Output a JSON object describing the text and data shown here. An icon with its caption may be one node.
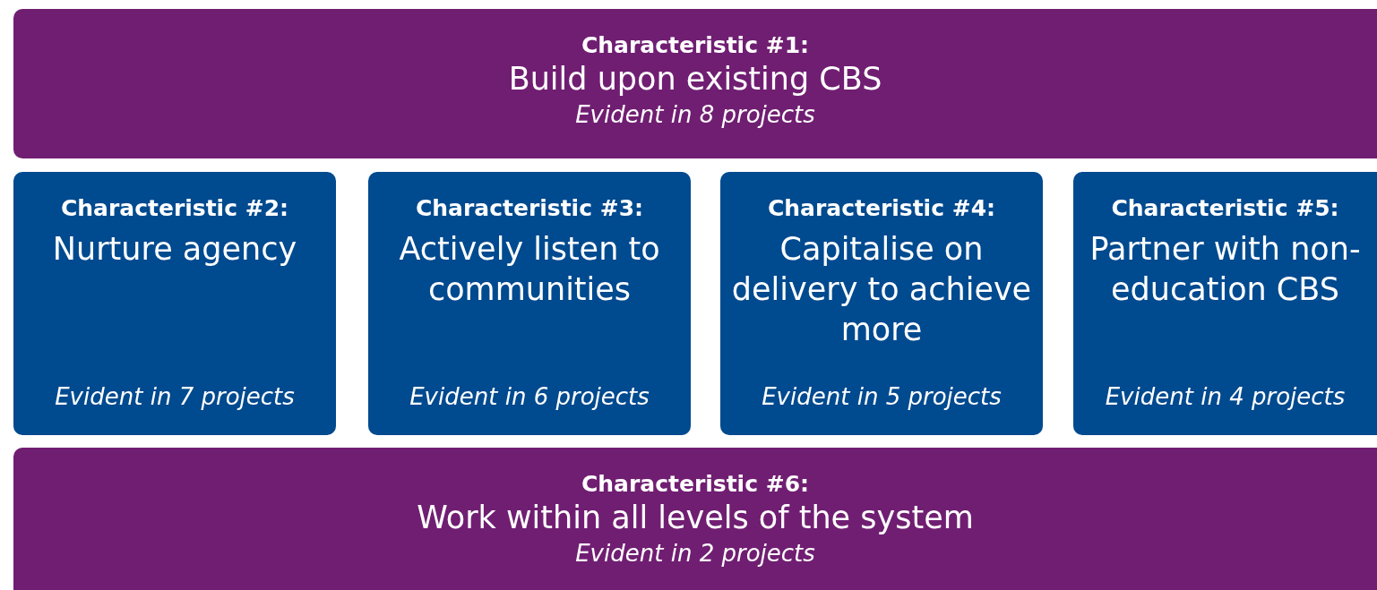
{
  "diagram": {
    "nodes": [
      {
        "text": [
          "Characteristic #1:",
          "Build upon existing CBS",
          "Evident in 8 projects"
        ]
      },
      {
        "text": [
          "Characteristic #2:",
          "Nurture agency",
          "Evident in 7 projects"
        ]
      },
      {
        "text": [
          "Characteristic #3:",
          "Actively listen to communities",
          "Evident in 6 projects"
        ]
      },
      {
        "text": [
          "Characteristic #4:",
          "Capitalise on delivery to achieve more",
          "Evident in 5 projects"
        ]
      },
      {
        "text": [
          "Characteristic #5:",
          "Partner with non-education CBS",
          "Evident in 4 projects"
        ]
      },
      {
        "text": [
          "Characteristic #6:",
          "Work within all levels of the system",
          "Evident in 2 projects"
        ]
      }
    ]
  }
}
